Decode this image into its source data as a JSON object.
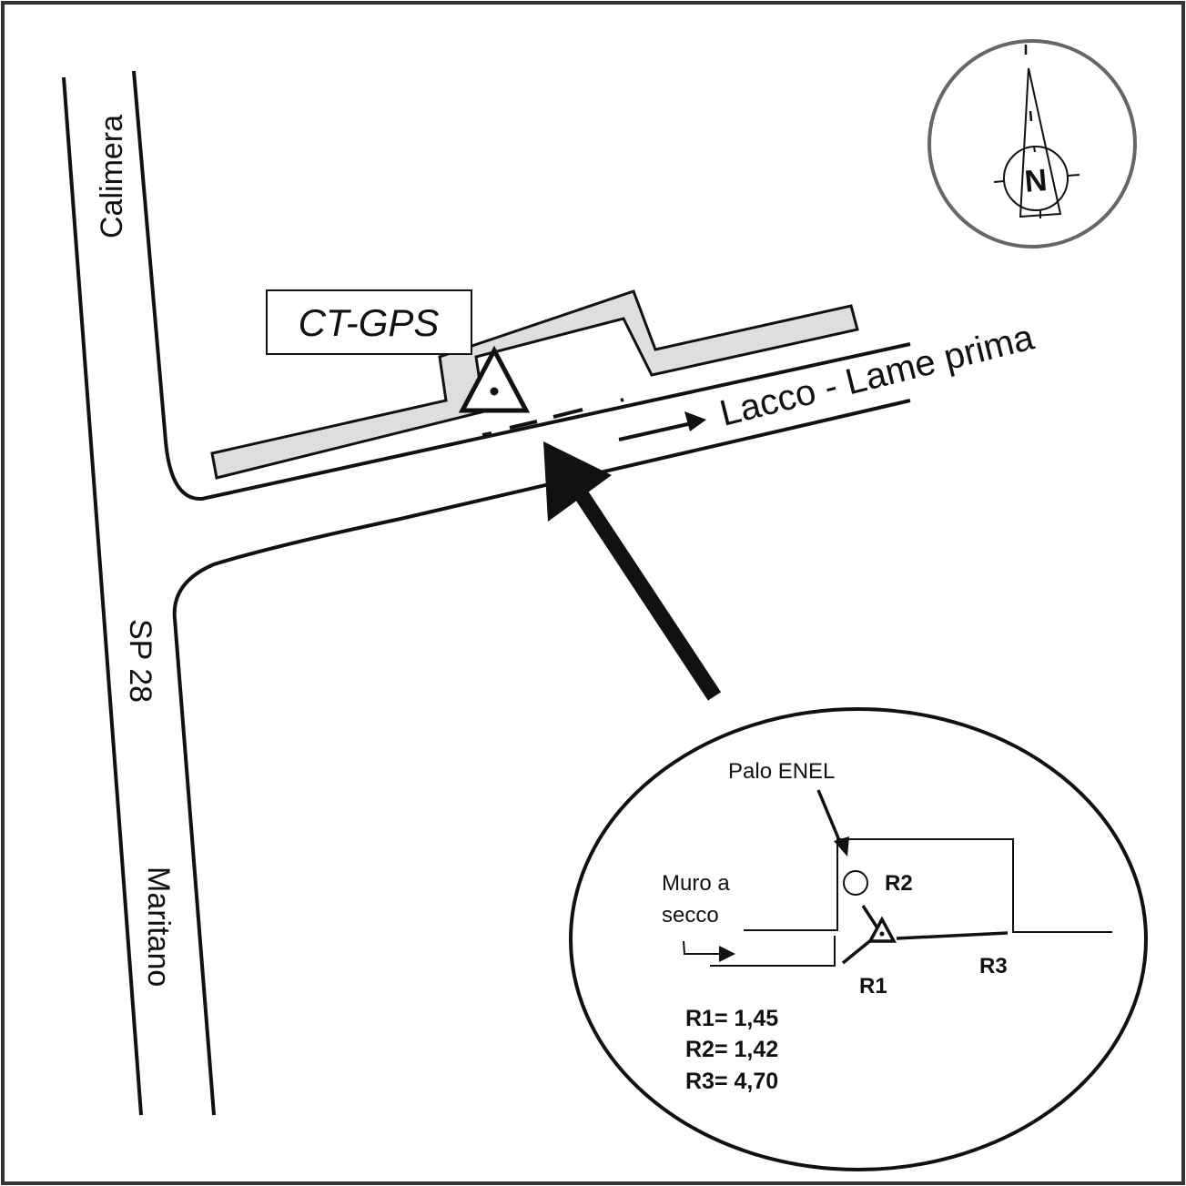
{
  "map": {
    "title_box": "CT-GPS",
    "roads": {
      "main_road_north": "Calimera",
      "main_road_code": "SP 28",
      "main_road_south": "Maritano",
      "side_road": "Lacco - Lame prima"
    },
    "compass": {
      "letter": "N",
      "icon": "north-arrow-icon"
    },
    "inset": {
      "pole_label": "Palo ENEL",
      "wall_label_line1": "Muro a",
      "wall_label_line2": "secco",
      "ref_labels": [
        "R1",
        "R2",
        "R3"
      ],
      "measurements": [
        {
          "label": "R1=",
          "value": "1,45"
        },
        {
          "label": "R2=",
          "value": "1,42"
        },
        {
          "label": "R3=",
          "value": "4,70"
        }
      ]
    },
    "colors": {
      "ink": "#111111",
      "wall_fill": "#dedede",
      "compass_ring": "#666666",
      "frame": "#333333"
    }
  }
}
